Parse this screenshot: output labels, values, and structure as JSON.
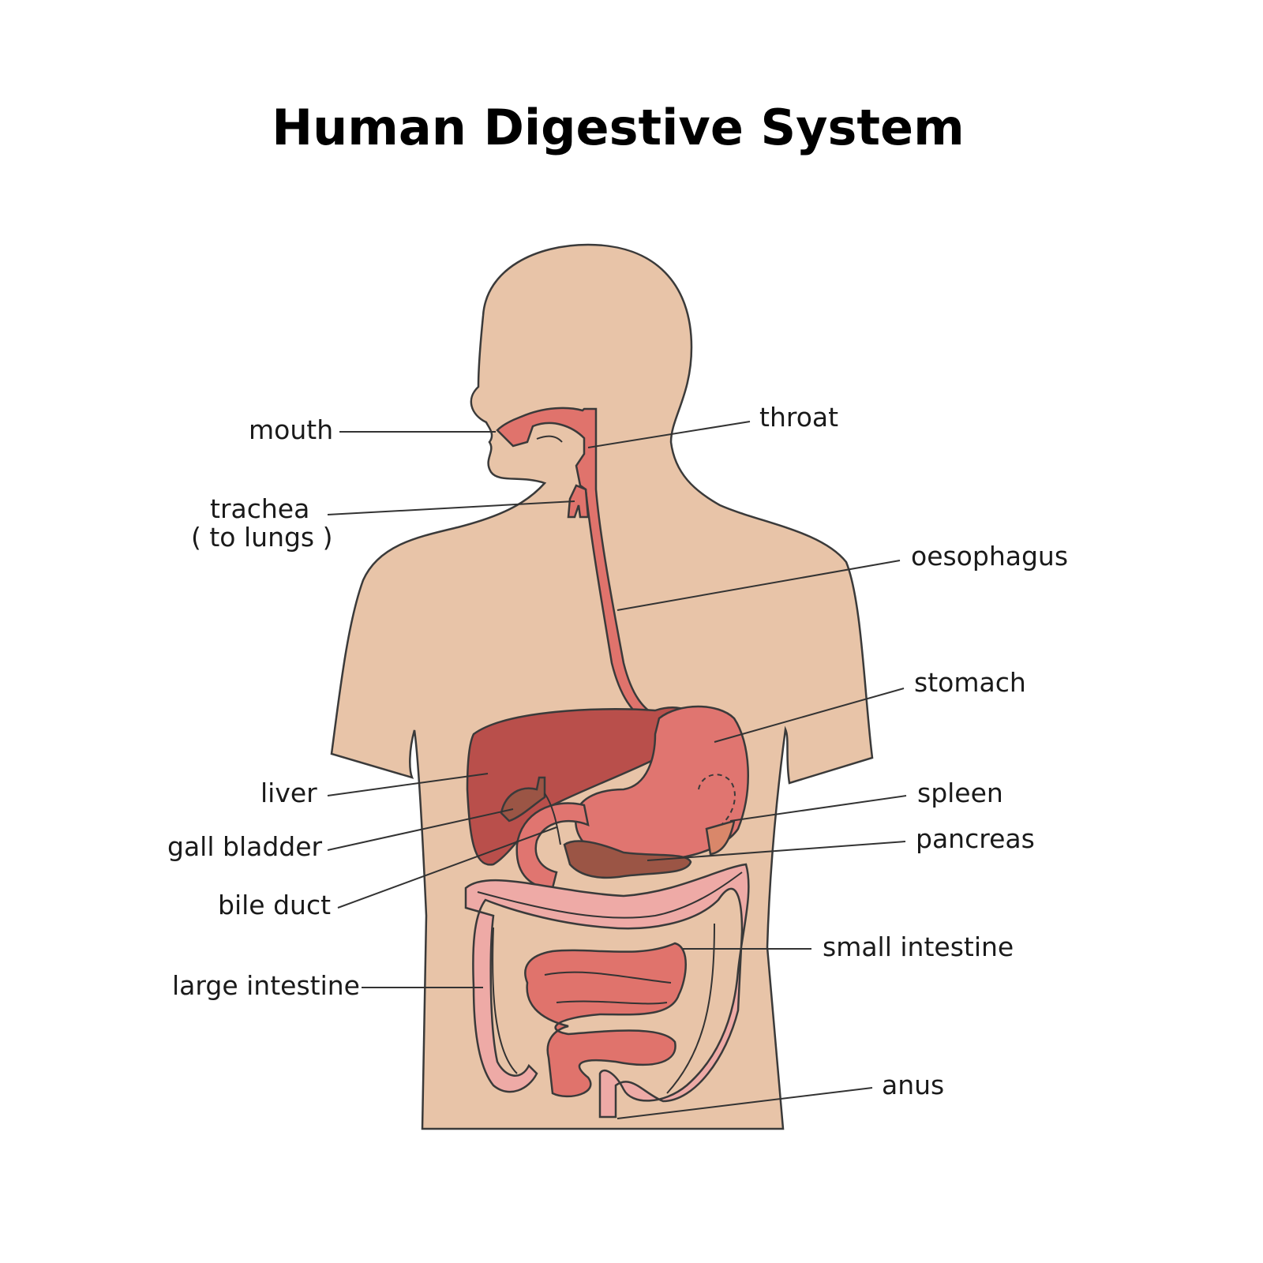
{
  "title": "Human Digestive System",
  "colors": {
    "skin": "#e8c4a8",
    "outline": "#3a3a3a",
    "oesophagus": "#e0736c",
    "liver": "#b94f4b",
    "stomach": "#e07570",
    "pancreas": "#9b5545",
    "spleen": "#d9876a",
    "large_intestine": "#eeaaa6",
    "small_intestine": "#e0736c"
  },
  "labels": {
    "mouth": "mouth",
    "throat": "throat",
    "trachea": "trachea",
    "trachea_note": "( to lungs )",
    "oesophagus": "oesophagus",
    "stomach": "stomach",
    "liver": "liver",
    "spleen": "spleen",
    "gall_bladder": "gall bladder",
    "pancreas": "pancreas",
    "bile_duct": "bile duct",
    "small_intestine": "small intestine",
    "large_intestine": "large intestine",
    "anus": "anus"
  }
}
